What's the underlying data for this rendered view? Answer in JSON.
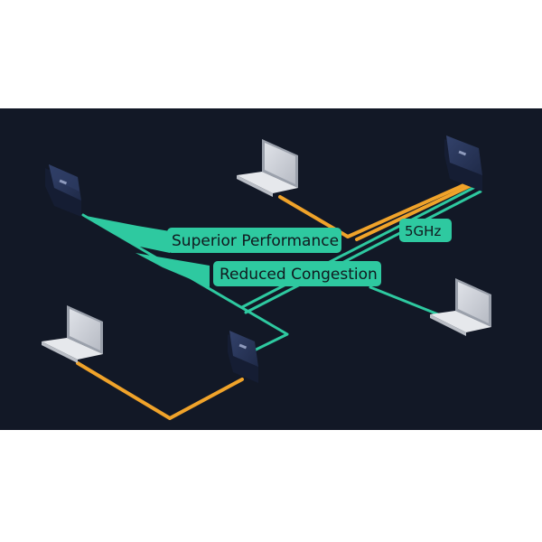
{
  "diagram": {
    "labels": {
      "performance": "Superior Performance",
      "congestion": "Reduced Congestion",
      "band": "5GHz"
    },
    "colors": {
      "background": "#121826",
      "wired_link": "#f0a32a",
      "wireless_link": "#2ec9a0",
      "label_fill": "#2ec9a0",
      "label_text": "#10191e",
      "access_point": "#27355b",
      "laptop_body": "#e6e8ec",
      "laptop_screen": "#c9ccd3"
    },
    "devices": [
      {
        "type": "access-point",
        "icon": "access-point-icon"
      },
      {
        "type": "access-point",
        "icon": "access-point-icon"
      },
      {
        "type": "access-point",
        "icon": "access-point-icon"
      },
      {
        "type": "laptop",
        "icon": "laptop-icon"
      },
      {
        "type": "laptop",
        "icon": "laptop-icon"
      },
      {
        "type": "laptop",
        "icon": "laptop-icon"
      }
    ]
  }
}
